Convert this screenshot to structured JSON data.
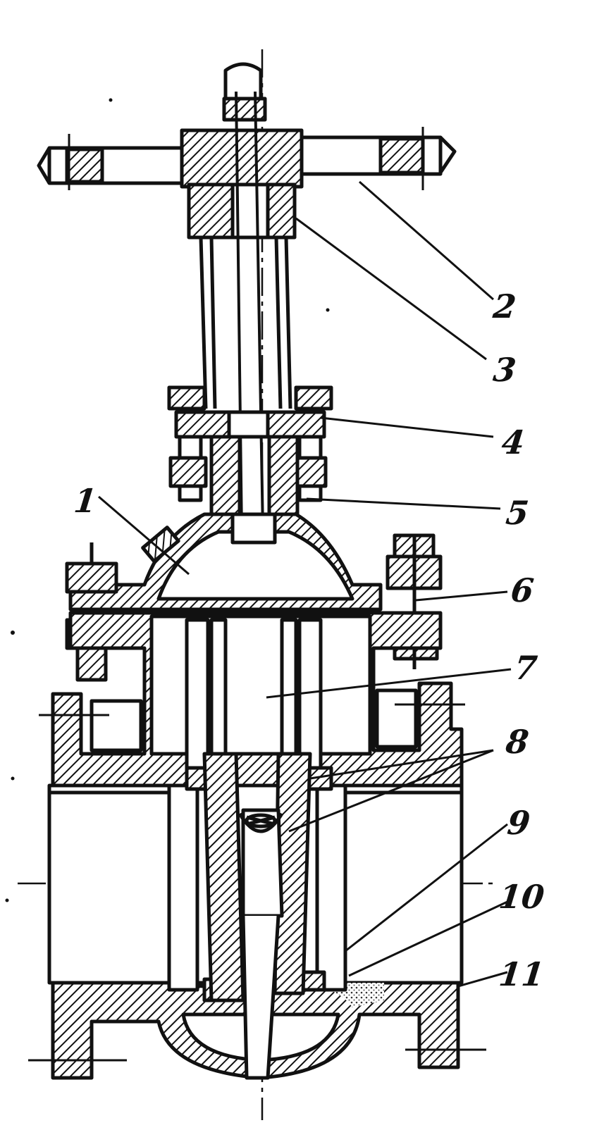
{
  "diagram": {
    "callouts": [
      {
        "id": "1",
        "text": "1"
      },
      {
        "id": "2",
        "text": "2"
      },
      {
        "id": "3",
        "text": "3"
      },
      {
        "id": "4",
        "text": "4"
      },
      {
        "id": "5",
        "text": "5"
      },
      {
        "id": "6",
        "text": "6"
      },
      {
        "id": "7",
        "text": "7"
      },
      {
        "id": "8",
        "text": "8"
      },
      {
        "id": "9",
        "text": "9"
      },
      {
        "id": "10",
        "text": "10"
      },
      {
        "id": "11",
        "text": "11"
      }
    ],
    "colors": {
      "ink": "#111111",
      "paper": "#ffffff"
    }
  }
}
